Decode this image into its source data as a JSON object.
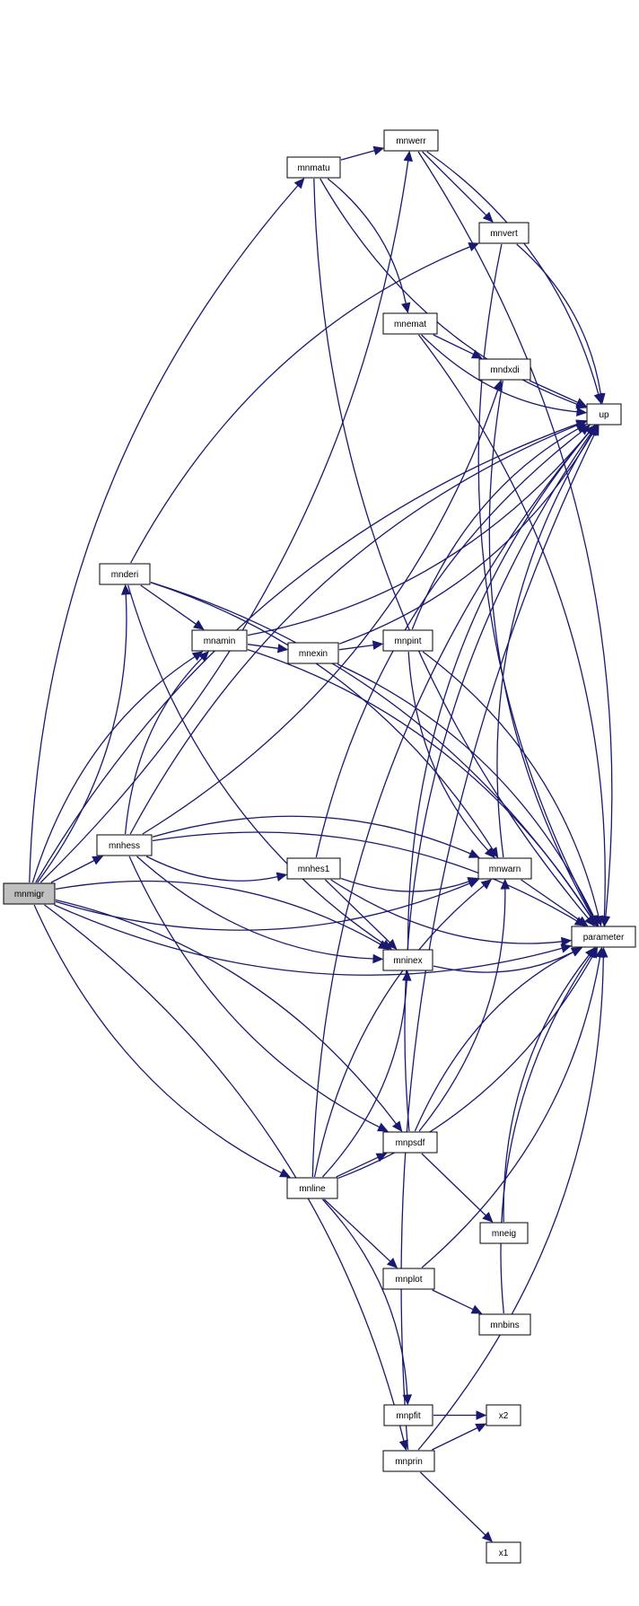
{
  "diagram": {
    "colors": {
      "edge": "#191970",
      "node_fill": "#ffffff",
      "root_fill": "#bfbfbf",
      "node_border": "#000000"
    },
    "root": "mnmigr",
    "nodes": [
      {
        "id": "mnmigr",
        "label": "mnmigr"
      },
      {
        "id": "mnderi",
        "label": "mnderi"
      },
      {
        "id": "mnhess",
        "label": "mnhess"
      },
      {
        "id": "mnamin",
        "label": "mnamin"
      },
      {
        "id": "mnexin",
        "label": "mnexin"
      },
      {
        "id": "mnmatu",
        "label": "mnmatu"
      },
      {
        "id": "mnwerr",
        "label": "mnwerr"
      },
      {
        "id": "mnvert",
        "label": "mnvert"
      },
      {
        "id": "mnemat",
        "label": "mnemat"
      },
      {
        "id": "mndxdi",
        "label": "mndxdi"
      },
      {
        "id": "up",
        "label": "up"
      },
      {
        "id": "mnpint",
        "label": "mnpint"
      },
      {
        "id": "mnhes1",
        "label": "mnhes1"
      },
      {
        "id": "mnwarn",
        "label": "mnwarn"
      },
      {
        "id": "mninex",
        "label": "mninex"
      },
      {
        "id": "parameter",
        "label": "parameter"
      },
      {
        "id": "mnpsdf",
        "label": "mnpsdf"
      },
      {
        "id": "mnline",
        "label": "mnline"
      },
      {
        "id": "mneig",
        "label": "mneig"
      },
      {
        "id": "mnplot",
        "label": "mnplot"
      },
      {
        "id": "mnbins",
        "label": "mnbins"
      },
      {
        "id": "mnpfit",
        "label": "mnpfit"
      },
      {
        "id": "x2",
        "label": "x2"
      },
      {
        "id": "mnprin",
        "label": "mnprin"
      },
      {
        "id": "x1",
        "label": "x1"
      }
    ],
    "edges": [
      {
        "from": "mnmigr",
        "to": "up"
      },
      {
        "from": "mnmigr",
        "to": "mnwerr"
      },
      {
        "from": "mnmigr",
        "to": "mnmatu"
      },
      {
        "from": "mnmigr",
        "to": "mnderi"
      },
      {
        "from": "mnmigr",
        "to": "mnamin"
      },
      {
        "from": "mnmigr",
        "to": "mnhess"
      },
      {
        "from": "mnmigr",
        "to": "mninex"
      },
      {
        "from": "mnmigr",
        "to": "mnwarn"
      },
      {
        "from": "mnmigr",
        "to": "mnpsdf"
      },
      {
        "from": "mnmigr",
        "to": "mnline"
      },
      {
        "from": "mnmigr",
        "to": "mnprin"
      },
      {
        "from": "mnmigr",
        "to": "parameter"
      },
      {
        "from": "mnderi",
        "to": "mnvert"
      },
      {
        "from": "mnderi",
        "to": "mnamin"
      },
      {
        "from": "mnderi",
        "to": "mnwarn"
      },
      {
        "from": "mnderi",
        "to": "mninex"
      },
      {
        "from": "mnderi",
        "to": "parameter"
      },
      {
        "from": "mnhess",
        "to": "mnamin"
      },
      {
        "from": "mnhess",
        "to": "mndxdi"
      },
      {
        "from": "mnhess",
        "to": "up"
      },
      {
        "from": "mnhess",
        "to": "mnhes1"
      },
      {
        "from": "mnhess",
        "to": "mnwarn"
      },
      {
        "from": "mnhess",
        "to": "mninex"
      },
      {
        "from": "mnhess",
        "to": "parameter"
      },
      {
        "from": "mnhess",
        "to": "mnpsdf"
      },
      {
        "from": "mnamin",
        "to": "mnexin"
      },
      {
        "from": "mnamin",
        "to": "up"
      },
      {
        "from": "mnamin",
        "to": "parameter"
      },
      {
        "from": "mnexin",
        "to": "mnpint"
      },
      {
        "from": "mnexin",
        "to": "up"
      },
      {
        "from": "mnexin",
        "to": "parameter"
      },
      {
        "from": "mnmatu",
        "to": "mnwerr"
      },
      {
        "from": "mnmatu",
        "to": "up"
      },
      {
        "from": "mnmatu",
        "to": "mnemat"
      },
      {
        "from": "mnmatu",
        "to": "parameter"
      },
      {
        "from": "mnwerr",
        "to": "up"
      },
      {
        "from": "mnwerr",
        "to": "mnvert"
      },
      {
        "from": "mnwerr",
        "to": "parameter"
      },
      {
        "from": "mnvert",
        "to": "up"
      },
      {
        "from": "mnvert",
        "to": "parameter"
      },
      {
        "from": "mnemat",
        "to": "mndxdi"
      },
      {
        "from": "mnemat",
        "to": "up"
      },
      {
        "from": "mnemat",
        "to": "parameter"
      },
      {
        "from": "mndxdi",
        "to": "up"
      },
      {
        "from": "mndxdi",
        "to": "parameter"
      },
      {
        "from": "mnpint",
        "to": "up"
      },
      {
        "from": "mnpint",
        "to": "mnwarn"
      },
      {
        "from": "mnpint",
        "to": "parameter"
      },
      {
        "from": "mnhes1",
        "to": "up"
      },
      {
        "from": "mnhes1",
        "to": "mnwarn"
      },
      {
        "from": "mnhes1",
        "to": "mninex"
      },
      {
        "from": "mnhes1",
        "to": "parameter"
      },
      {
        "from": "mnwarn",
        "to": "up"
      },
      {
        "from": "mnwarn",
        "to": "parameter"
      },
      {
        "from": "mninex",
        "to": "up"
      },
      {
        "from": "mninex",
        "to": "parameter"
      },
      {
        "from": "mnpsdf",
        "to": "up"
      },
      {
        "from": "mnpsdf",
        "to": "mnwarn"
      },
      {
        "from": "mnpsdf",
        "to": "parameter"
      },
      {
        "from": "mnpsdf",
        "to": "mneig"
      },
      {
        "from": "mnline",
        "to": "mnwarn"
      },
      {
        "from": "mnline",
        "to": "mninex"
      },
      {
        "from": "mnline",
        "to": "up"
      },
      {
        "from": "mnline",
        "to": "mnplot"
      },
      {
        "from": "mnline",
        "to": "mnpfit"
      },
      {
        "from": "mnline",
        "to": "parameter"
      },
      {
        "from": "mnline",
        "to": "mnpsdf"
      },
      {
        "from": "mneig",
        "to": "parameter"
      },
      {
        "from": "mnplot",
        "to": "mnbins"
      },
      {
        "from": "mnplot",
        "to": "parameter"
      },
      {
        "from": "mnbins",
        "to": "parameter"
      },
      {
        "from": "mnpfit",
        "to": "x2"
      },
      {
        "from": "mnprin",
        "to": "x2"
      },
      {
        "from": "mnprin",
        "to": "x1"
      },
      {
        "from": "mnprin",
        "to": "up"
      },
      {
        "from": "mnprin",
        "to": "parameter"
      }
    ]
  }
}
